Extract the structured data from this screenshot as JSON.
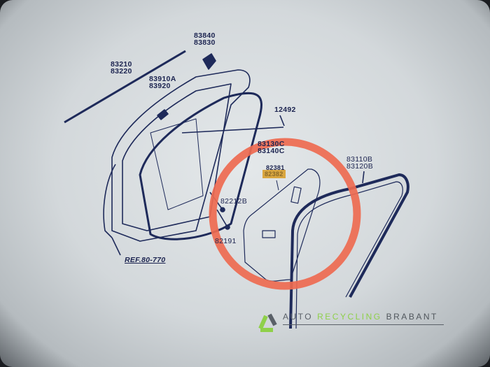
{
  "diagram": {
    "labels": {
      "roof_molding": "83210\n83220",
      "clip": "83840\n83830",
      "handle": "83910A\n83920",
      "bolt": "12492",
      "door_seal": "83130C\n83140C",
      "cover_top": "82381",
      "cover_highlighted": "82382",
      "screw": "82212B",
      "plug": "82191",
      "frame_seal": "83110B\n83120B",
      "reference": "REF.80-770"
    },
    "highlight_color": "#d9a640",
    "circle_color": "#ee6a50"
  },
  "watermark": {
    "part1": "AUTO",
    "part2": "RECYCLING",
    "part3": "BRABANT",
    "colors": {
      "green": "#8fd04a",
      "gray": "#5a6068"
    }
  }
}
